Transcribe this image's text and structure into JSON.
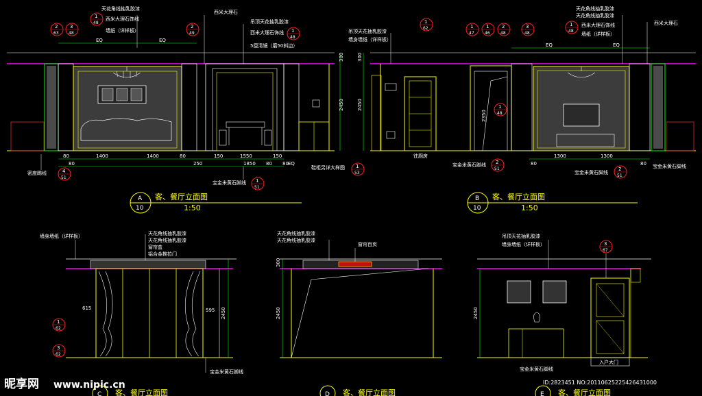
{
  "colors": {
    "bg": "#000000",
    "wall": "#ffff00",
    "ceiling": "#ff00ff",
    "dim": "#00ff00",
    "note": "#ffffff",
    "tag": "#ff2020",
    "hatch": "#808080"
  },
  "elevA": {
    "title_letter": "A",
    "title_num": "10",
    "title": "客、餐厅立面图",
    "scale": "1:50",
    "notes": [
      "天花角线抽乳胶漆",
      "西米大理石饰线",
      "墙纸（详样板）",
      "西米大理石",
      "吊顶天花抽乳胶漆",
      "西米大理石饰线",
      "5厘清镜（磨50斜边）",
      "鞋柜另详大样图",
      "宝金米黄石脚线",
      "密度踢线"
    ],
    "tags": [
      {
        "top": "1",
        "bot": "48"
      },
      {
        "top": "2",
        "bot": "63"
      },
      {
        "top": "3",
        "bot": "48"
      },
      {
        "top": "2",
        "bot": "49"
      },
      {
        "top": "1",
        "bot": "48"
      },
      {
        "top": "1",
        "bot": "53"
      },
      {
        "top": "1",
        "bot": "51"
      },
      {
        "top": "4",
        "bot": "51"
      }
    ],
    "dims_top": [
      "EQ",
      "EQ"
    ],
    "dims_bottom": [
      "80",
      "1400",
      "1400",
      "80",
      "250",
      "150",
      "1550",
      "150",
      "80"
    ],
    "dims_bottom2": [
      "80",
      "1850",
      "80",
      "EQ"
    ],
    "dim_v": [
      "300",
      "2450"
    ]
  },
  "elevB": {
    "title_letter": "B",
    "title_num": "10",
    "title": "客、餐厅立面图",
    "scale": "1:50",
    "notes": [
      "吊顶天花抽乳胶漆",
      "墙身墙纸（详样板）",
      "往厕房",
      "宝金米黄石脚线",
      "天花角线抽乳胶漆",
      "天花角线抽乳胶漆",
      "西米大理石饰线",
      "墙纸（详样板）",
      "西米大理石",
      "宝金米黄石脚线",
      "宝金米黄石脚线"
    ],
    "tags": [
      {
        "top": "1",
        "bot": "62"
      },
      {
        "top": "1",
        "bot": "47"
      },
      {
        "top": "1",
        "bot": "46"
      },
      {
        "top": "2",
        "bot": "48"
      },
      {
        "top": "3",
        "bot": "48"
      },
      {
        "top": "1",
        "bot": "48"
      },
      {
        "top": "1",
        "bot": "48"
      },
      {
        "top": "2",
        "bot": "51"
      },
      {
        "top": "2",
        "bot": "51"
      }
    ],
    "dims_top": [
      "EQ",
      "EQ"
    ],
    "dims_bottom": [
      "80",
      "1300",
      "1300",
      "80"
    ],
    "dim_v": [
      "300",
      "2450",
      "2350"
    ]
  },
  "elevC": {
    "title_letter": "C",
    "title": "客、餐厅立面图",
    "notes": [
      "墙身墙纸（详样板）",
      "天花角线抽乳胶漆",
      "天花角线抽乳胶漆",
      "窗帘盒",
      "铝合金推拉门",
      "宝金米黄石脚线"
    ],
    "tags": [
      {
        "top": "1",
        "bot": "62"
      },
      {
        "top": "3",
        "bot": "62"
      }
    ],
    "dims": [
      "615",
      "595",
      "2450"
    ]
  },
  "elevD": {
    "title_letter": "D",
    "title": "客、餐厅立面图",
    "notes": [
      "天花角线抽乳胶漆",
      "天花角线抽乳胶漆",
      "窗帘百页"
    ],
    "dims": [
      "300",
      "2450"
    ]
  },
  "elevE": {
    "title_letter": "E",
    "title": "客、餐厅立面图",
    "notes": [
      "吊顶天花抽乳胶漆",
      "墙身墙纸（详样板）",
      "入户大门",
      "宝金米黄石脚线"
    ],
    "tags": [
      {
        "top": "3",
        "bot": "67"
      }
    ],
    "dims": [
      "2450"
    ]
  },
  "watermark": {
    "brand": "昵享网",
    "url": "www.nipic.cn",
    "id": "ID:2823451 NO:20110625225426431000"
  }
}
